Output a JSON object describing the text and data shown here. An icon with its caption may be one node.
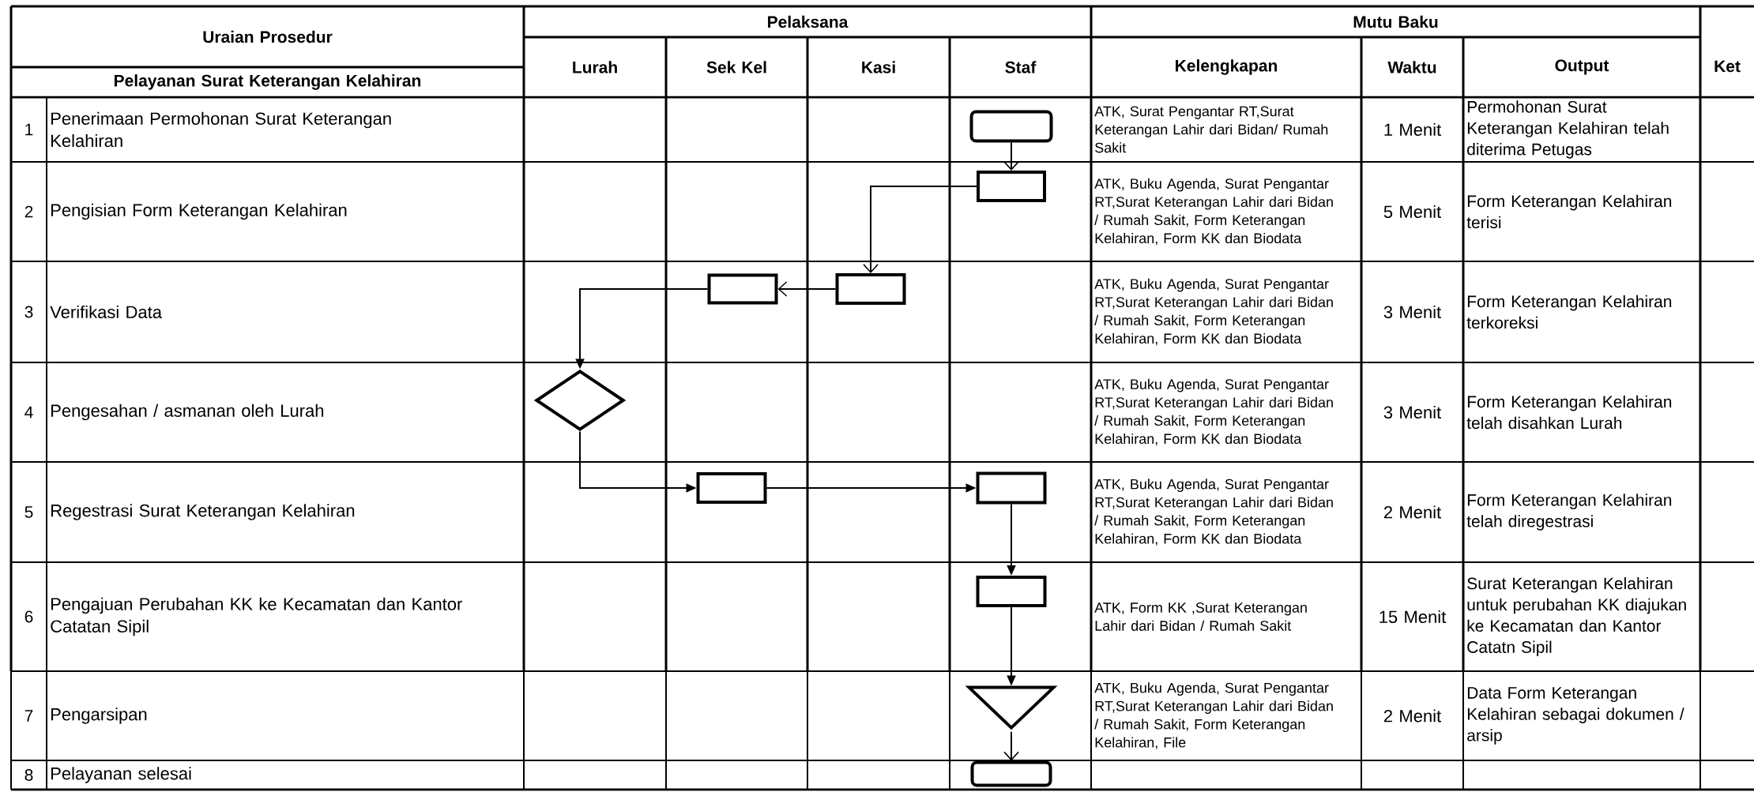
{
  "diagram": {
    "nodes": [
      {
        "text": [],
        "shape": "terminator"
      },
      {
        "text": [],
        "shape": "box"
      },
      {
        "text": [],
        "shape": "box"
      },
      {
        "text": [],
        "shape": "box"
      },
      {
        "text": [],
        "shape": "diamond"
      },
      {
        "text": [],
        "shape": "box"
      },
      {
        "text": [],
        "shape": "box"
      },
      {
        "text": [],
        "shape": "box"
      },
      {
        "text": [],
        "shape": "triangle"
      },
      {
        "text": [],
        "shape": "terminator"
      }
    ],
    "edges": [
      {
        "from": 0,
        "to": 1,
        "arrow": "to"
      },
      {
        "from": 1,
        "to": 2,
        "arrow": "to"
      },
      {
        "from": 2,
        "to": 3,
        "arrow": "to"
      },
      {
        "from": 3,
        "to": 4,
        "arrow": "to"
      },
      {
        "from": 4,
        "to": 5,
        "arrow": "to"
      },
      {
        "from": 5,
        "to": 6,
        "arrow": "to"
      },
      {
        "from": 6,
        "to": 7,
        "arrow": "to"
      },
      {
        "from": 7,
        "to": 8,
        "arrow": "to"
      },
      {
        "from": 8,
        "to": 9,
        "arrow": "to"
      }
    ],
    "labels": [
      "Uraian Prosedur",
      "Pelaksana",
      "Mutu Baku",
      "Lurah",
      "Sek Kel",
      "Kasi",
      "Staf",
      "Kelengkapan",
      "Waktu",
      "Output",
      "Ket",
      "Pelayanan Surat Keterangan Kelahiran",
      "1",
      "Penerimaan Permohonan Surat Keterangan Kelahiran",
      "ATK, Surat Pengantar RT,Surat Keterangan Lahir dari Bidan/ Rumah Sakit",
      "1 Menit",
      "Permohonan Surat Keterangan Kelahiran telah diterima Petugas",
      "2",
      "Pengisian Form Keterangan Kelahiran",
      "ATK, Buku Agenda, Surat Pengantar RT,Surat Keterangan Lahir dari Bidan / Rumah Sakit, Form Keterangan Kelahiran, Form KK dan Biodata",
      "5 Menit",
      "Form Keterangan Kelahiran terisi",
      "3",
      "Verifikasi Data",
      "ATK, Buku Agenda, Surat Pengantar RT,Surat Keterangan Lahir dari Bidan / Rumah Sakit, Form Keterangan Kelahiran, Form KK dan Biodata",
      "3 Menit",
      "Form Keterangan Kelahiran terkoreksi",
      "4",
      "Pengesahan / asmanan oleh Lurah",
      "ATK, Buku Agenda, Surat Pengantar RT,Surat Keterangan Lahir dari Bidan / Rumah Sakit, Form Keterangan Kelahiran, Form KK dan Biodata",
      "3 Menit",
      "Form Keterangan Kelahiran telah disahkan Lurah",
      "5",
      "Regestrasi Surat Keterangan Kelahiran",
      "ATK, Buku Agenda, Surat Pengantar RT,Surat Keterangan Lahir dari Bidan / Rumah Sakit, Form Keterangan Kelahiran, Form KK dan Biodata",
      "2 Menit",
      "Form Keterangan Kelahiran telah diregestrasi",
      "6",
      "Pengajuan Perubahan KK ke Kecamatan dan Kantor Catatan Sipil",
      "ATK, Form KK ,Surat Keterangan Lahir dari Bidan / Rumah Sakit",
      "15 Menit",
      "Surat Keterangan Kelahiran untuk perubahan KK diajukan ke Kecamatan dan Kantor Catatn Sipil",
      "7",
      "Pengarsipan",
      "ATK, Buku Agenda, Surat Pengantar RT,Surat Keterangan Lahir dari Bidan / Rumah Sakit, Form Keterangan Kelahiran, File",
      "2 Menit",
      "Data Form Keterangan Kelahiran sebagai dokumen / arsip",
      "8",
      "Pelayanan selesai"
    ]
  }
}
